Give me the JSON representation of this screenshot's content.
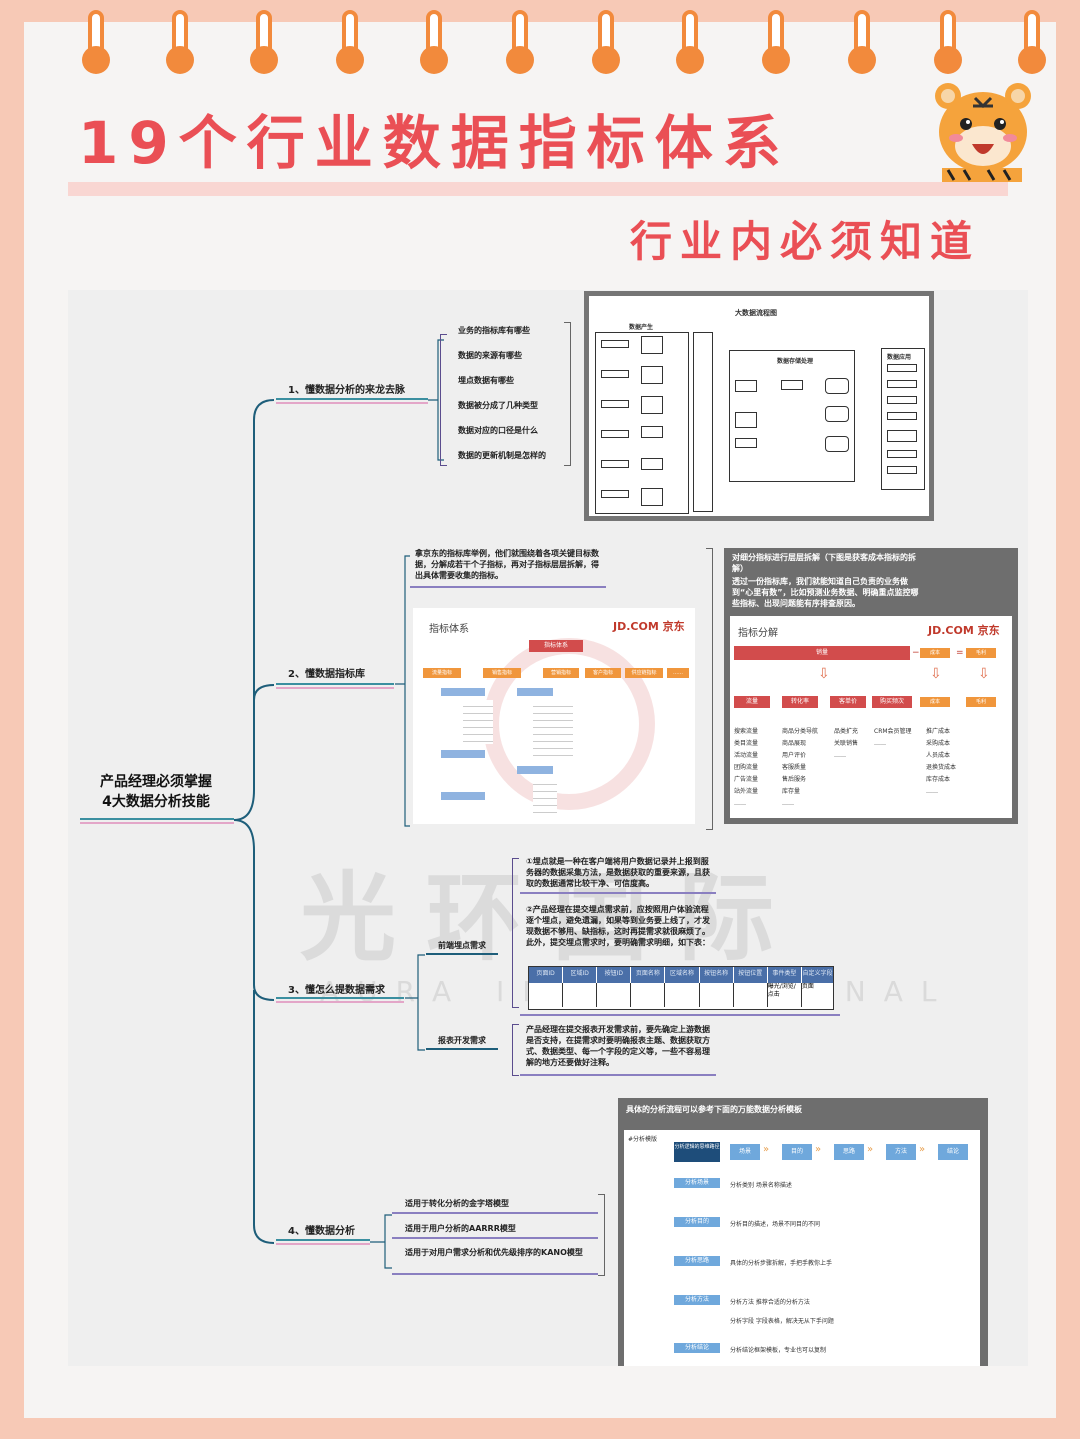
{
  "header": {
    "title": "19个行业数据指标体系",
    "subtitle": "行业内必须知道"
  },
  "root": {
    "line1": "产品经理必须掌握",
    "line2": "4大数据分析技能"
  },
  "branch1": {
    "label": "1、懂数据分析的来龙去脉",
    "items": [
      "业务的指标库有哪些",
      "数据的来源有哪些",
      "埋点数据有哪些",
      "数据被分成了几种类型",
      "数据对应的口径是什么",
      "数据的更新机制是怎样的"
    ],
    "diagram": {
      "title": "大数据流程图",
      "col1": "数据产生",
      "col2": "数据存储处理",
      "col3": "数据应用"
    }
  },
  "branch2": {
    "label": "2、懂数据指标库",
    "description": "拿京东的指标库举例，他们就围绕着各项关键目标数据，分解成若干个子指标，再对子指标层层拆解，得出具体需要收集的指标。",
    "img1": {
      "title": "指标体系",
      "brand": "JD.COM 京东",
      "center": "指标体系",
      "categories": [
        "流量指标",
        "销售指标",
        "营销指标",
        "客户指标",
        "供应链指标",
        "……"
      ]
    },
    "panel": {
      "header": "对细分指标进行层层拆解（下图是获客成本指标的拆解）",
      "body": "透过一份指标库，我们就能知道自己负责的业务做到“心里有数”，比如预测业务数据、明确重点监控哪些指标、出现问题能有序排查原因。",
      "img_title": "指标分解",
      "brand": "JD.COM 京东",
      "top": [
        "销量",
        "成本",
        "毛利"
      ],
      "second": [
        "流量",
        "转化率",
        "客单价",
        "购买频次",
        "成本",
        "毛利"
      ],
      "col1": [
        "搜索流量",
        "类目流量",
        "活动流量",
        "团购流量",
        "广告流量",
        "站外流量",
        "……"
      ],
      "col2": [
        "商品分类导航",
        "商品展现",
        "用户评价",
        "客服质量",
        "售后服务",
        "库存量",
        "……"
      ],
      "col3": [
        "品类扩充",
        "关联销售",
        "……"
      ],
      "col4": [
        "CRM会员管理",
        "……"
      ],
      "col5": [
        "推广成本",
        "采购成本",
        "人员成本",
        "退换货成本",
        "库存成本",
        "……"
      ]
    }
  },
  "branch3": {
    "label": "3、懂怎么提数据需求",
    "sub1": "前端埋点需求",
    "sub2": "报表开发需求",
    "p1": "①埋点就是一种在客户端将用户数据记录并上报到服务器的数据采集方法，是数据获取的重要来源，且获取的数据通常比较干净、可信度高。",
    "p2": "②产品经理在提交埋点需求前，应按照用户体验流程逐个埋点，避免遗漏，如果等到业务要上线了，才发现数据不够用、缺指标，这时再提需求就很麻烦了。此外，提交埋点需求时，要明确需求明细，如下表：",
    "table_headers": [
      "页面ID",
      "区域ID",
      "按钮ID",
      "页面名称",
      "区域名称",
      "按钮名称",
      "按钮位置",
      "事件类型",
      "自定义字段"
    ],
    "table_row": [
      "",
      "",
      "",
      "",
      "",
      "",
      "",
      "曝光/浏览/点击",
      "页面"
    ],
    "p3": "产品经理在提交报表开发需求前，要先确定上游数据是否支持，在提需求时要明确报表主题、数据获取方式、数据类型、每一个字段的定义等，一些不容易理解的地方还要做好注释。"
  },
  "branch4": {
    "label": "4、懂数据分析",
    "items": [
      "适用于转化分析的金字塔模型",
      "适用于用户分析的AARRR模型",
      "适用于对用户需求分析和优先级排序的KANO模型"
    ],
    "panel": {
      "header": "具体的分析流程可以参考下面的万能数据分析模板",
      "tag": "#分析模版",
      "flow": [
        "分析逻辑的思维路径",
        "场景",
        "目的",
        "思路",
        "方法",
        "结论"
      ],
      "rows": [
        {
          "chip": "分析场景",
          "text": "分析类别  场景名称描述"
        },
        {
          "chip": "分析目的",
          "text": "分析目的描述，场景不同目的不同"
        },
        {
          "chip": "分析思路",
          "text": "具体的分析步骤拆解，手把手教你上手"
        },
        {
          "chip": "分析方法",
          "text": "分析方法  推荐合适的分析方法"
        },
        {
          "chip": "",
          "text": "分析字段  字段表格，解决无从下手问题"
        },
        {
          "chip": "分析结论",
          "text": "分析结论框架模板，专业也可以复制"
        }
      ]
    }
  },
  "watermark": {
    "big": "光环国际",
    "small": "AURA INTERNATIONAL"
  },
  "colors": {
    "title": "#ea4f55",
    "ring": "#f28a3c",
    "border": "#f7c9b6",
    "line": "#1e5e7a"
  }
}
